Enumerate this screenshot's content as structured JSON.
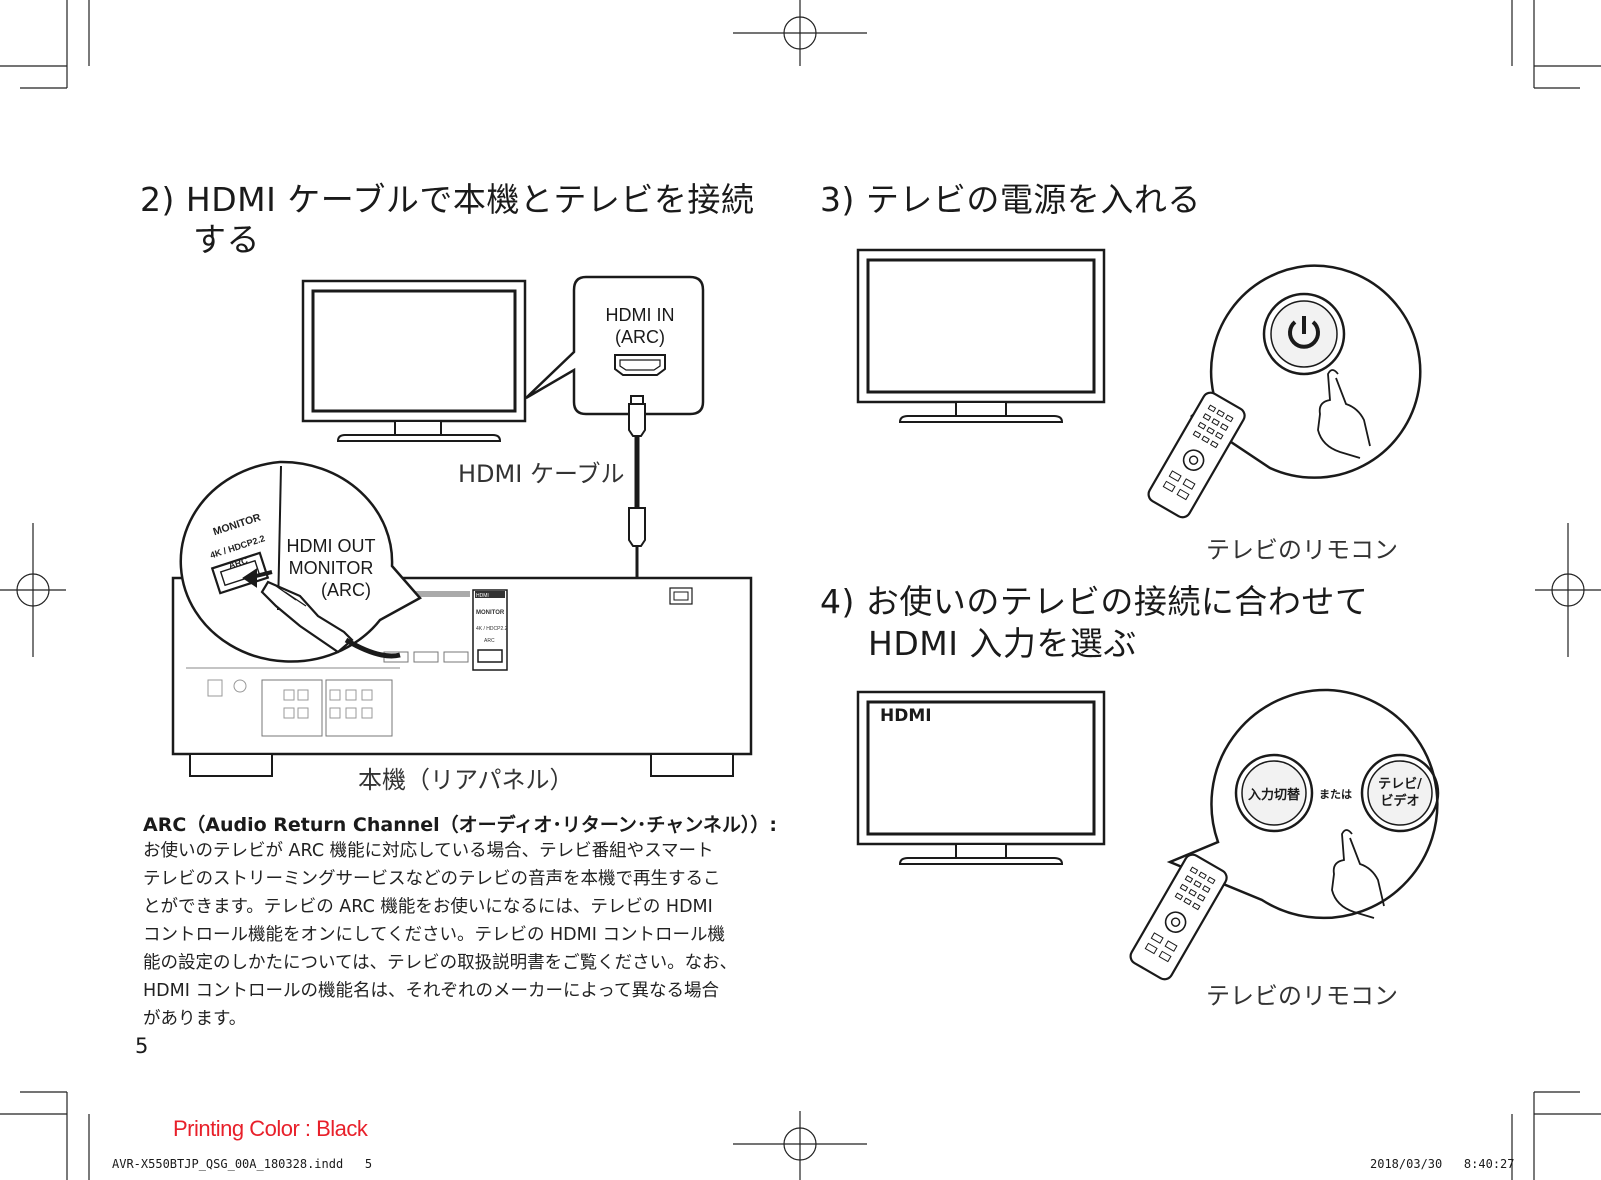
{
  "sections": {
    "step2": {
      "number": "2)",
      "title_line1": "HDMI ケーブルで本機とテレビを接続",
      "title_line2": "する"
    },
    "step3": {
      "number": "3)",
      "title": "テレビの電源を入れる"
    },
    "step4": {
      "number": "4)",
      "title_line1": "お使いのテレビの接続に合わせて",
      "title_line2": "HDMI 入力を選ぶ"
    }
  },
  "diagram_step2": {
    "hdmi_in_line1": "HDMI IN",
    "hdmi_in_line2": "(ARC)",
    "cable_label": "HDMI ケーブル",
    "hdmi_out_line1": "HDMI OUT",
    "hdmi_out_line2": "MONITOR",
    "hdmi_out_line3": "(ARC)",
    "port_label_monitor": "MONITOR",
    "port_label_hdcp": "4K / HDCP2.2",
    "port_label_arc": "ARC",
    "rear_panel_caption": "本機（リアパネル）"
  },
  "diagram_step3": {
    "remote_caption": "テレビのリモコン"
  },
  "diagram_step4": {
    "screen_text": "HDMI",
    "button_input": "入力切替",
    "or_text": "または",
    "button_tv_video_line1": "テレビ/",
    "button_tv_video_line2": "ビデオ",
    "remote_caption": "テレビのリモコン"
  },
  "arc_note": {
    "title": "ARC（Audio Return Channel（オーディオ･リターン･チャンネル））:",
    "lines": [
      "お使いのテレビが ARC 機能に対応している場合、テレビ番組やスマート",
      "テレビのストリーミングサービスなどのテレビの音声を本機で再生するこ",
      "とができます。テレビの ARC 機能をお使いになるには、テレビの HDMI",
      "コントロール機能をオンにしてください。テレビの HDMI コントロール機",
      "能の設定のしかたについては、テレビの取扱説明書をご覧ください。なお、",
      "HDMI コントロールの機能名は、それぞれのメーカーによって異なる場合",
      "があります。"
    ]
  },
  "page_number": "5",
  "footer": {
    "printing_color": "Printing Color : Black",
    "file_name": "AVR-X550BTJP_QSG_00A_180328.indd   5",
    "timestamp": "2018/03/30   8:40:27"
  }
}
